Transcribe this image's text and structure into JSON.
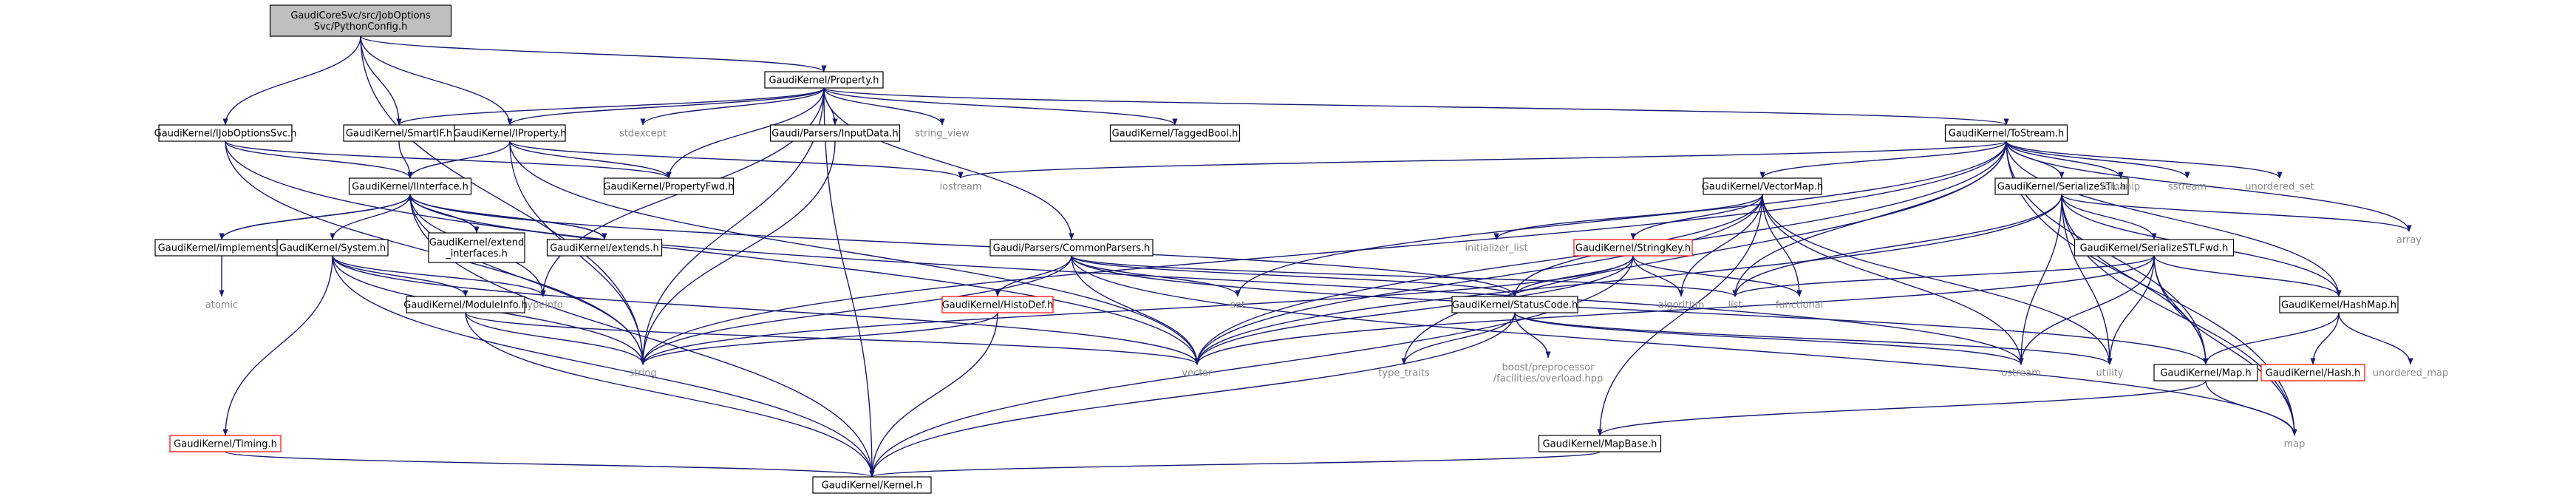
{
  "colors": {
    "edge": "#191970",
    "box_border": "#000000",
    "root_fill": "#bfbfbf",
    "normal_fill": "#ffffff",
    "truncated_border": "#ff0000",
    "system_text": "#888888",
    "text": "#000000"
  },
  "graph": {
    "nodes": [
      {
        "id": "root",
        "lines": [
          "GaudiCoreSvc/src/JobOptions",
          "Svc/PythonConfig.h"
        ],
        "kind": "root"
      },
      {
        "id": "property",
        "lines": [
          "GaudiKernel/Property.h"
        ],
        "kind": "normal"
      },
      {
        "id": "ijoboptionssvc",
        "lines": [
          "GaudiKernel/IJobOptionsSvc.h"
        ],
        "kind": "normal"
      },
      {
        "id": "smartif",
        "lines": [
          "GaudiKernel/SmartIF.h"
        ],
        "kind": "normal"
      },
      {
        "id": "iproperty",
        "lines": [
          "GaudiKernel/IProperty.h"
        ],
        "kind": "normal"
      },
      {
        "id": "stdexcept",
        "lines": [
          "stdexcept"
        ],
        "kind": "system"
      },
      {
        "id": "inputdata",
        "lines": [
          "Gaudi/Parsers/InputData.h"
        ],
        "kind": "normal"
      },
      {
        "id": "string_view",
        "lines": [
          "string_view"
        ],
        "kind": "system"
      },
      {
        "id": "taggedbool",
        "lines": [
          "GaudiKernel/TaggedBool.h"
        ],
        "kind": "normal"
      },
      {
        "id": "tostream",
        "lines": [
          "GaudiKernel/ToStream.h"
        ],
        "kind": "normal"
      },
      {
        "id": "propertyfwd",
        "lines": [
          "GaudiKernel/PropertyFwd.h"
        ],
        "kind": "normal"
      },
      {
        "id": "iostream",
        "lines": [
          "iostream"
        ],
        "kind": "system"
      },
      {
        "id": "iinterface",
        "lines": [
          "GaudiKernel/IInterface.h"
        ],
        "kind": "normal"
      },
      {
        "id": "vectormap",
        "lines": [
          "GaudiKernel/VectorMap.h"
        ],
        "kind": "normal"
      },
      {
        "id": "serializestl",
        "lines": [
          "GaudiKernel/SerializeSTL.h"
        ],
        "kind": "normal"
      },
      {
        "id": "iomanip",
        "lines": [
          "iomanip"
        ],
        "kind": "system"
      },
      {
        "id": "sstream",
        "lines": [
          "sstream"
        ],
        "kind": "system"
      },
      {
        "id": "unordered_set",
        "lines": [
          "unordered_set"
        ],
        "kind": "system"
      },
      {
        "id": "array",
        "lines": [
          "array"
        ],
        "kind": "system"
      },
      {
        "id": "implements",
        "lines": [
          "GaudiKernel/implements.h"
        ],
        "kind": "normal"
      },
      {
        "id": "system",
        "lines": [
          "GaudiKernel/System.h"
        ],
        "kind": "normal"
      },
      {
        "id": "extend_interfaces",
        "lines": [
          "GaudiKernel/extend",
          "_interfaces.h"
        ],
        "kind": "normal"
      },
      {
        "id": "extends",
        "lines": [
          "GaudiKernel/extends.h"
        ],
        "kind": "normal"
      },
      {
        "id": "commonparsers",
        "lines": [
          "Gaudi/Parsers/CommonParsers.h"
        ],
        "kind": "normal"
      },
      {
        "id": "initializer_list",
        "lines": [
          "initializer_list"
        ],
        "kind": "system"
      },
      {
        "id": "stringkey",
        "lines": [
          "GaudiKernel/StringKey.h"
        ],
        "kind": "truncated"
      },
      {
        "id": "serializestlfwd",
        "lines": [
          "GaudiKernel/SerializeSTLFwd.h"
        ],
        "kind": "normal"
      },
      {
        "id": "atomic",
        "lines": [
          "atomic"
        ],
        "kind": "system"
      },
      {
        "id": "typeinfo",
        "lines": [
          "typeinfo"
        ],
        "kind": "system"
      },
      {
        "id": "moduleinfo",
        "lines": [
          "GaudiKernel/ModuleInfo.h"
        ],
        "kind": "normal"
      },
      {
        "id": "set",
        "lines": [
          "set"
        ],
        "kind": "system"
      },
      {
        "id": "histodef",
        "lines": [
          "GaudiKernel/HistoDef.h"
        ],
        "kind": "truncated"
      },
      {
        "id": "algorithm",
        "lines": [
          "algorithm"
        ],
        "kind": "system"
      },
      {
        "id": "functional",
        "lines": [
          "functional"
        ],
        "kind": "system"
      },
      {
        "id": "list",
        "lines": [
          "list"
        ],
        "kind": "system"
      },
      {
        "id": "statuscode",
        "lines": [
          "GaudiKernel/StatusCode.h"
        ],
        "kind": "normal"
      },
      {
        "id": "hashmap",
        "lines": [
          "GaudiKernel/HashMap.h"
        ],
        "kind": "normal"
      },
      {
        "id": "string",
        "lines": [
          "string"
        ],
        "kind": "system"
      },
      {
        "id": "vector",
        "lines": [
          "vector"
        ],
        "kind": "system"
      },
      {
        "id": "type_traits",
        "lines": [
          "type_traits"
        ],
        "kind": "system"
      },
      {
        "id": "overload",
        "lines": [
          "boost/preprocessor",
          "/facilities/overload.hpp"
        ],
        "kind": "system"
      },
      {
        "id": "ostream",
        "lines": [
          "ostream"
        ],
        "kind": "system"
      },
      {
        "id": "utility",
        "lines": [
          "utility"
        ],
        "kind": "system"
      },
      {
        "id": "mapH",
        "lines": [
          "GaudiKernel/Map.h"
        ],
        "kind": "normal"
      },
      {
        "id": "hash",
        "lines": [
          "GaudiKernel/Hash.h"
        ],
        "kind": "truncated"
      },
      {
        "id": "unordered_map",
        "lines": [
          "unordered_map"
        ],
        "kind": "system"
      },
      {
        "id": "timing",
        "lines": [
          "GaudiKernel/Timing.h"
        ],
        "kind": "truncated"
      },
      {
        "id": "map",
        "lines": [
          "map"
        ],
        "kind": "system"
      },
      {
        "id": "mapbase",
        "lines": [
          "GaudiKernel/MapBase.h"
        ],
        "kind": "normal"
      },
      {
        "id": "kernel",
        "lines": [
          "GaudiKernel/Kernel.h"
        ],
        "kind": "normal"
      }
    ],
    "edges": [
      [
        "root",
        "property"
      ],
      [
        "root",
        "ijoboptionssvc"
      ],
      [
        "root",
        "smartif"
      ],
      [
        "root",
        "iproperty"
      ],
      [
        "root",
        "string"
      ],
      [
        "property",
        "smartif"
      ],
      [
        "property",
        "iproperty"
      ],
      [
        "property",
        "stdexcept"
      ],
      [
        "property",
        "inputdata"
      ],
      [
        "property",
        "string_view"
      ],
      [
        "property",
        "taggedbool"
      ],
      [
        "property",
        "tostream"
      ],
      [
        "property",
        "propertyfwd"
      ],
      [
        "property",
        "commonparsers"
      ],
      [
        "property",
        "string"
      ],
      [
        "property",
        "kernel"
      ],
      [
        "property",
        "typeinfo"
      ],
      [
        "ijoboptionssvc",
        "iinterface"
      ],
      [
        "ijoboptionssvc",
        "propertyfwd"
      ],
      [
        "ijoboptionssvc",
        "string"
      ],
      [
        "ijoboptionssvc",
        "vector"
      ],
      [
        "smartif",
        "iinterface"
      ],
      [
        "iproperty",
        "iinterface"
      ],
      [
        "iproperty",
        "propertyfwd"
      ],
      [
        "iproperty",
        "string"
      ],
      [
        "iproperty",
        "vector"
      ],
      [
        "iproperty",
        "iostream"
      ],
      [
        "inputdata",
        "string"
      ],
      [
        "tostream",
        "iostream"
      ],
      [
        "tostream",
        "vectormap"
      ],
      [
        "tostream",
        "serializestl"
      ],
      [
        "tostream",
        "iomanip"
      ],
      [
        "tostream",
        "sstream"
      ],
      [
        "tostream",
        "unordered_set"
      ],
      [
        "tostream",
        "array"
      ],
      [
        "tostream",
        "hashmap"
      ],
      [
        "tostream",
        "mapH"
      ],
      [
        "tostream",
        "list"
      ],
      [
        "tostream",
        "set"
      ],
      [
        "tostream",
        "vector"
      ],
      [
        "tostream",
        "string"
      ],
      [
        "tostream",
        "map"
      ],
      [
        "tostream",
        "type_traits"
      ],
      [
        "iinterface",
        "implements"
      ],
      [
        "iinterface",
        "system"
      ],
      [
        "iinterface",
        "extend_interfaces"
      ],
      [
        "iinterface",
        "extends"
      ],
      [
        "iinterface",
        "typeinfo"
      ],
      [
        "iinterface",
        "kernel"
      ],
      [
        "iinterface",
        "statuscode"
      ],
      [
        "iinterface",
        "ostream"
      ],
      [
        "iinterface",
        "string"
      ],
      [
        "implements",
        "iinterface"
      ],
      [
        "implements",
        "atomic"
      ],
      [
        "extend_interfaces",
        "iinterface"
      ],
      [
        "extends",
        "iinterface"
      ],
      [
        "system",
        "moduleinfo"
      ],
      [
        "system",
        "timing"
      ],
      [
        "system",
        "string"
      ],
      [
        "system",
        "vector"
      ],
      [
        "system",
        "typeinfo"
      ],
      [
        "system",
        "kernel"
      ],
      [
        "moduleinfo",
        "string"
      ],
      [
        "moduleinfo",
        "vector"
      ],
      [
        "moduleinfo",
        "kernel"
      ],
      [
        "commonparsers",
        "histodef"
      ],
      [
        "commonparsers",
        "statuscode"
      ],
      [
        "commonparsers",
        "string"
      ],
      [
        "commonparsers",
        "vector"
      ],
      [
        "commonparsers",
        "list"
      ],
      [
        "commonparsers",
        "set"
      ],
      [
        "commonparsers",
        "map"
      ],
      [
        "commonparsers",
        "mapH"
      ],
      [
        "histodef",
        "string"
      ],
      [
        "histodef",
        "kernel"
      ],
      [
        "vectormap",
        "initializer_list"
      ],
      [
        "vectormap",
        "stringkey"
      ],
      [
        "vectormap",
        "statuscode"
      ],
      [
        "vectormap",
        "algorithm"
      ],
      [
        "vectormap",
        "functional"
      ],
      [
        "vectormap",
        "ostream"
      ],
      [
        "vectormap",
        "utility"
      ],
      [
        "vectormap",
        "vector"
      ],
      [
        "vectormap",
        "mapbase"
      ],
      [
        "stringkey",
        "statuscode"
      ],
      [
        "stringkey",
        "string"
      ],
      [
        "stringkey",
        "functional"
      ],
      [
        "stringkey",
        "algorithm"
      ],
      [
        "stringkey",
        "vector"
      ],
      [
        "stringkey",
        "kernel"
      ],
      [
        "statuscode",
        "overload"
      ],
      [
        "statuscode",
        "ostream"
      ],
      [
        "statuscode",
        "utility"
      ],
      [
        "statuscode",
        "type_traits"
      ],
      [
        "statuscode",
        "kernel"
      ],
      [
        "serializestl",
        "serializestlfwd"
      ],
      [
        "serializestl",
        "hashmap"
      ],
      [
        "serializestl",
        "mapH"
      ],
      [
        "serializestl",
        "array"
      ],
      [
        "serializestl",
        "list"
      ],
      [
        "serializestl",
        "map"
      ],
      [
        "serializestl",
        "ostream"
      ],
      [
        "serializestl",
        "utility"
      ],
      [
        "serializestl",
        "vector"
      ],
      [
        "serializestlfwd",
        "hashmap"
      ],
      [
        "serializestlfwd",
        "mapH"
      ],
      [
        "serializestlfwd",
        "list"
      ],
      [
        "serializestlfwd",
        "map"
      ],
      [
        "serializestlfwd",
        "utility"
      ],
      [
        "serializestlfwd",
        "vector"
      ],
      [
        "serializestlfwd",
        "ostream"
      ],
      [
        "hashmap",
        "mapH"
      ],
      [
        "hashmap",
        "hash"
      ],
      [
        "hashmap",
        "unordered_map"
      ],
      [
        "mapH",
        "map"
      ],
      [
        "mapH",
        "mapbase"
      ],
      [
        "mapbase",
        "kernel"
      ],
      [
        "timing",
        "kernel"
      ]
    ]
  }
}
